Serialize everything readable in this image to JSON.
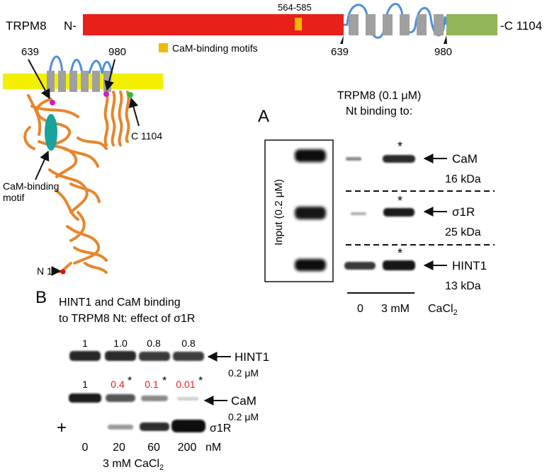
{
  "domain_map": {
    "protein_name": "TRPM8",
    "n_label": "N-",
    "c_label": "-C 1104",
    "motif_range": "564-585",
    "boundary_left": "639",
    "boundary_right": "980",
    "legend_text": "CaM-binding motifs",
    "colors": {
      "ntd": "#e8201a",
      "tm": "#a0a0a0",
      "ctd": "#92b357",
      "loop": "#4f8fd6",
      "motif": "#f5b800"
    }
  },
  "structure": {
    "label_639": "639",
    "label_980": "980",
    "label_c": "C 1104",
    "label_motif": "CaM-binding motif",
    "label_n": "N 1",
    "colors": {
      "membrane": "#f2f000",
      "helix": "#e8852c",
      "motif_fill": "#1aa39a",
      "marker_639": "#d01ec0",
      "marker_c": "#27c227",
      "marker_n": "#e01010"
    }
  },
  "panel_a": {
    "letter": "A",
    "title_line1": "TRPM8 (0.1 μM)",
    "title_line2": "Nt binding to:",
    "input_label": "Input (0.2 μM)",
    "rows": [
      {
        "protein": "CaM",
        "size": "16 kDa",
        "mark": "*"
      },
      {
        "protein": "σ1R",
        "size": "25 kDa",
        "mark": "*"
      },
      {
        "protein": "HINT1",
        "size": "13 kDa",
        "mark": "*"
      }
    ],
    "lane_left": "0",
    "lane_right": "3 mM",
    "reagent": "CaCl",
    "reagent_sub": "2"
  },
  "panel_b": {
    "letter": "B",
    "title_line1": "HINT1 and CaM binding",
    "title_line2": "to TRPM8 Nt: effect of σ1R",
    "hint1_values": [
      "1",
      "1.0",
      "0.8",
      "0.8"
    ],
    "hint1_label": "HINT1",
    "hint1_conc": "0.2 μM",
    "cam_values": [
      "1",
      "0.4",
      "0.1",
      "0.01"
    ],
    "cam_marks": [
      "",
      "*",
      "*",
      "*"
    ],
    "cam_label": "CaM",
    "cam_conc": "0.2 μM",
    "plus": "+",
    "s1r_label": "σ1R",
    "conc_values": [
      "0",
      "20",
      "60",
      "200"
    ],
    "conc_unit": "nM",
    "footer": "3 mM CaCl",
    "footer_sub": "2",
    "highlight_color": "#e41b1b"
  }
}
